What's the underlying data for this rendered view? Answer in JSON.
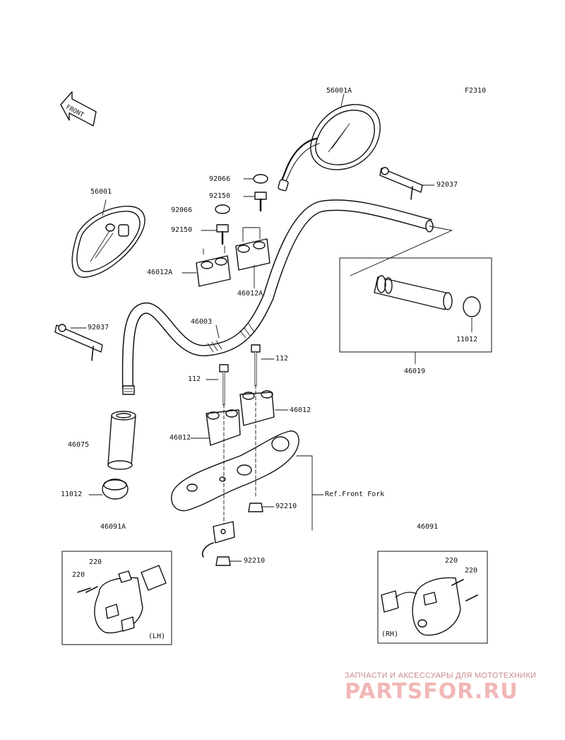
{
  "diagram_code": "F2310",
  "front_indicator": "FRONT",
  "callouts": {
    "mirror_right": "56001A",
    "mirror_left": "56001",
    "cap_upper": "92066",
    "bolt_upper": "92150",
    "cap_lower": "92066",
    "bolt_lower": "92150",
    "lever_right": "92037",
    "lever_left": "92037",
    "holder_left": "46012A",
    "holder_right": "46012A",
    "handlebar": "46003",
    "bolt_right": "112",
    "bolt_left": "112",
    "grip_cap_right": "11012",
    "throttle_grip": "46019",
    "riser_right": "46012",
    "riser_left": "46012",
    "grip_left": "46075",
    "grip_cap_left": "11012",
    "nut_upper": "92210",
    "nut_lower": "92210",
    "ref_front_fork": "Ref.Front Fork",
    "switch_left": "46091A",
    "switch_right": "46091",
    "screw_lh_top": "220",
    "screw_lh_side": "220",
    "screw_rh_top": "220",
    "screw_rh_side": "220",
    "side_lh": "(LH)",
    "side_rh": "(RH)"
  },
  "watermark": {
    "tagline": "ЗАПЧАСТИ И АКСЕССУАРЫ ДЛЯ МОТОТЕХНИКИ",
    "logo": "PARTSFOR.RU",
    "color": "#e88a8a"
  }
}
